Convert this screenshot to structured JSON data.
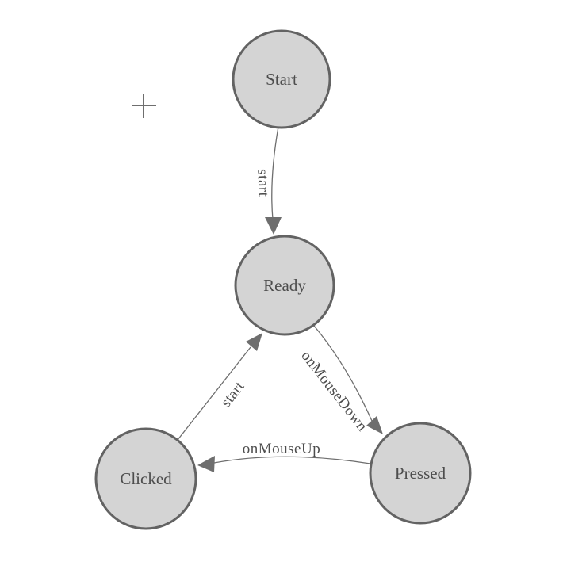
{
  "diagram": {
    "type": "state-machine",
    "colors": {
      "background": "#ffffff",
      "node_fill": "#d4d4d4",
      "node_stroke": "#636363",
      "edge_stroke": "#6e6e6e",
      "arrow_fill": "#6e6e6e",
      "label_color": "#4d4d4d",
      "crosshair_color": "#6e6e6e"
    },
    "nodes": [
      {
        "id": "start",
        "label": "Start"
      },
      {
        "id": "ready",
        "label": "Ready"
      },
      {
        "id": "clicked",
        "label": "Clicked"
      },
      {
        "id": "pressed",
        "label": "Pressed"
      }
    ],
    "edges": [
      {
        "from": "Start",
        "to": "Ready",
        "label": "start"
      },
      {
        "from": "Ready",
        "to": "Pressed",
        "label": "onMouseDown"
      },
      {
        "from": "Pressed",
        "to": "Clicked",
        "label": "onMouseUp"
      },
      {
        "from": "Clicked",
        "to": "Ready",
        "label": "start"
      }
    ],
    "cursor_icon": "plus-crosshair"
  }
}
